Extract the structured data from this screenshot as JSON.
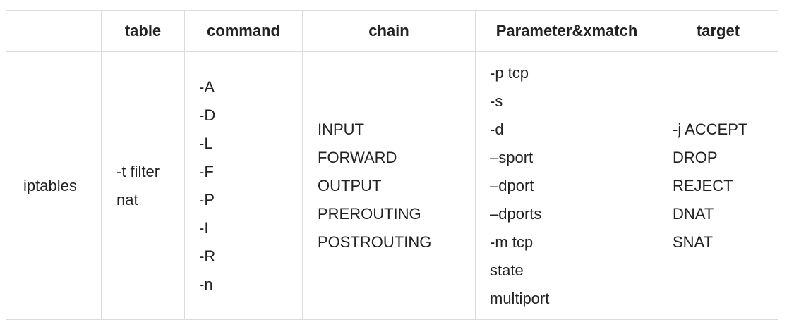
{
  "table": {
    "headers": [
      "",
      "table",
      "command",
      "chain",
      "Parameter&xmatch",
      "target"
    ],
    "row": {
      "program": [
        "iptables"
      ],
      "table": [
        "-t filter",
        "nat"
      ],
      "command": [
        "-A",
        "-D",
        "-L",
        "-F",
        "-P",
        "-I",
        "-R",
        "-n"
      ],
      "chain": [
        "INPUT",
        "FORWARD",
        "OUTPUT",
        "PREROUTING",
        "POSTROUTING"
      ],
      "parameter": [
        "-p tcp",
        "-s",
        "-d",
        "–sport",
        "–dport",
        "–dports",
        "-m tcp",
        "state",
        "multiport"
      ],
      "target": [
        "-j ACCEPT",
        "DROP",
        "REJECT",
        "DNAT",
        "SNAT"
      ]
    }
  }
}
